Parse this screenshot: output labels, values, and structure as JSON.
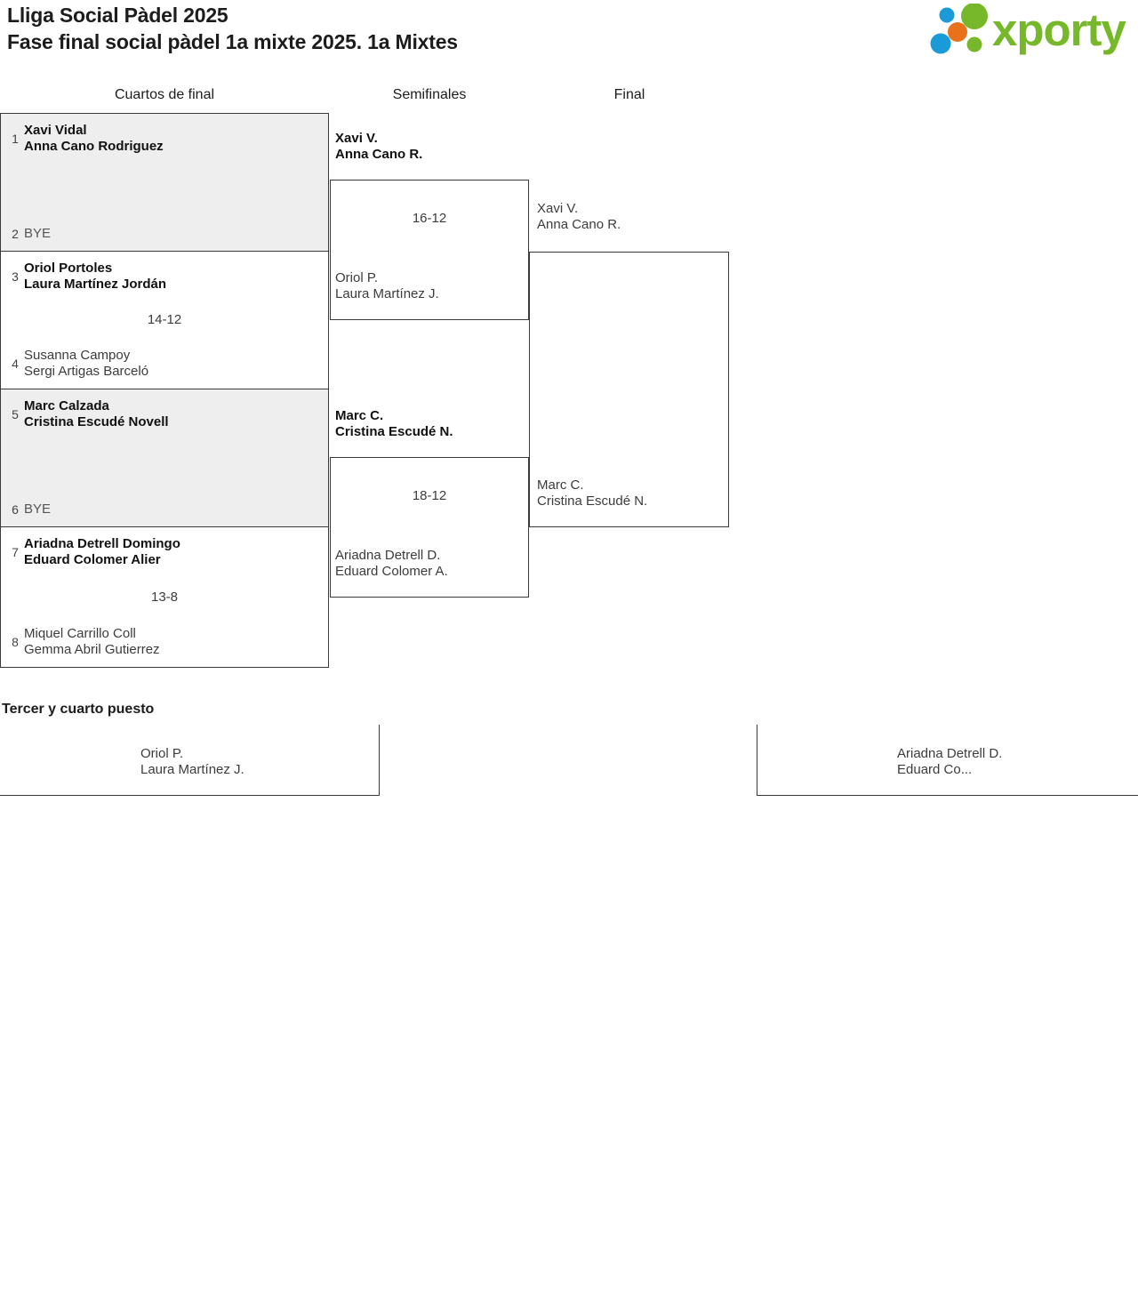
{
  "header": {
    "title_line1": "Lliga Social Pàdel 2025",
    "title_line2": "Fase final social pàdel 1a mixte 2025. 1a Mixtes",
    "logo_text": "xporty",
    "logo_colors": {
      "green": "#76b82a",
      "orange": "#e8711a",
      "blue": "#1a9ad7"
    }
  },
  "rounds": [
    {
      "label": "Cuartos de final"
    },
    {
      "label": "Semifinales"
    },
    {
      "label": "Final"
    }
  ],
  "quarterfinals": [
    {
      "shaded": true,
      "score": "",
      "top": {
        "seed": "1",
        "line1": "Xavi Vidal",
        "line2": "Anna Cano Rodriguez",
        "winner": true
      },
      "bottom": {
        "seed": "2",
        "line1": "BYE",
        "line2": "",
        "winner": false
      }
    },
    {
      "shaded": false,
      "score": "14-12",
      "top": {
        "seed": "3",
        "line1": "Oriol Portoles",
        "line2": "Laura Martínez Jordán",
        "winner": true
      },
      "bottom": {
        "seed": "4",
        "line1": "Susanna Campoy",
        "line2": "Sergi Artigas Barceló",
        "winner": false
      }
    },
    {
      "shaded": true,
      "score": "",
      "top": {
        "seed": "5",
        "line1": "Marc Calzada",
        "line2": "Cristina Escudé Novell",
        "winner": true
      },
      "bottom": {
        "seed": "6",
        "line1": "BYE",
        "line2": "",
        "winner": false
      }
    },
    {
      "shaded": false,
      "score": "13-8",
      "top": {
        "seed": "7",
        "line1": "Ariadna Detrell Domingo",
        "line2": "Eduard Colomer Alier",
        "winner": true
      },
      "bottom": {
        "seed": "8",
        "line1": "Miquel Carrillo Coll",
        "line2": "Gemma Abril Gutierrez",
        "winner": false
      }
    }
  ],
  "semifinals": [
    {
      "score": "16-12",
      "top": {
        "line1": "Xavi V.",
        "line2": "Anna Cano R.",
        "winner": true
      },
      "bottom": {
        "line1": "Oriol P.",
        "line2": "Laura Martínez J.",
        "winner": false
      }
    },
    {
      "score": "18-12",
      "top": {
        "line1": "Marc C.",
        "line2": "Cristina Escudé N.",
        "winner": true
      },
      "bottom": {
        "line1": "Ariadna Detrell D.",
        "line2": "Eduard Colomer A.",
        "winner": false
      }
    }
  ],
  "final": {
    "score": "",
    "top": {
      "line1": "Xavi V.",
      "line2": "Anna Cano R."
    },
    "bottom": {
      "line1": "Marc C.",
      "line2": "Cristina Escudé N."
    }
  },
  "third_place": {
    "title": "Tercer y cuarto puesto",
    "left": {
      "line1": "Oriol P.",
      "line2": "Laura Martínez J."
    },
    "right": {
      "line1": "Ariadna Detrell D.",
      "line2": "Eduard Co..."
    }
  }
}
